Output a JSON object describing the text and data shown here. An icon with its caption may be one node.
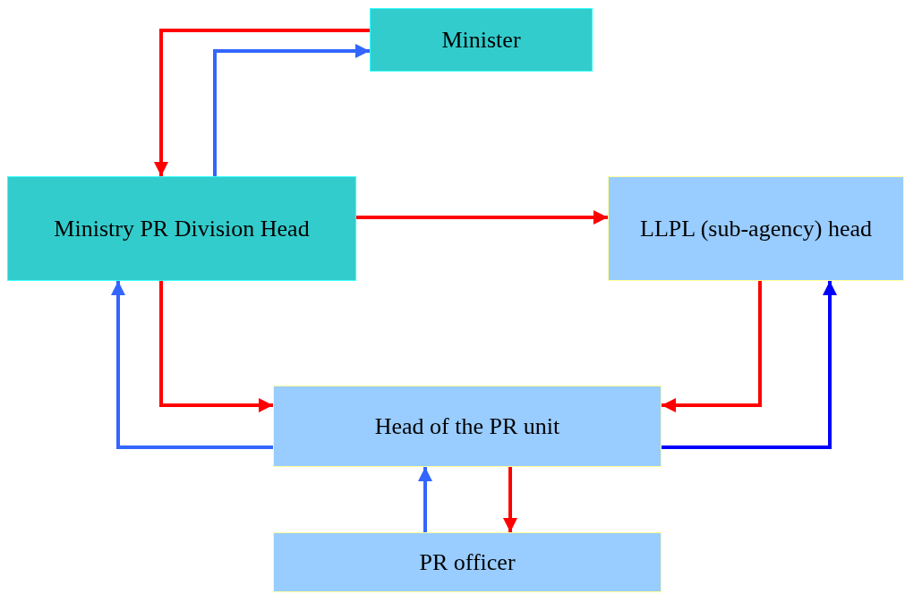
{
  "diagram": {
    "nodes": [
      {
        "text": [
          "Minister"
        ]
      },
      {
        "text": [
          "Ministry PR Division Head"
        ]
      },
      {
        "text": [
          "LLPL (sub-agency) head"
        ]
      },
      {
        "text": [
          "Head of the PR unit"
        ]
      },
      {
        "text": [
          "PR officer"
        ]
      }
    ],
    "edges": [
      {
        "from": 0,
        "to": 1,
        "arrow": "to",
        "color": "#ff0000"
      },
      {
        "from": 1,
        "to": 0,
        "arrow": "to",
        "color": "#3366ff"
      },
      {
        "from": 1,
        "to": 2,
        "arrow": "to",
        "color": "#ff0000"
      },
      {
        "from": 1,
        "to": 3,
        "arrow": "to",
        "color": "#ff0000"
      },
      {
        "from": 3,
        "to": 1,
        "arrow": "to",
        "color": "#3366ff"
      },
      {
        "from": 2,
        "to": 3,
        "arrow": "to",
        "color": "#ff0000"
      },
      {
        "from": 3,
        "to": 2,
        "arrow": "to",
        "color": "#0000ff"
      },
      {
        "from": 4,
        "to": 3,
        "arrow": "to",
        "color": "#3366ff"
      },
      {
        "from": 3,
        "to": 4,
        "arrow": "to",
        "color": "#ff0000"
      }
    ]
  }
}
